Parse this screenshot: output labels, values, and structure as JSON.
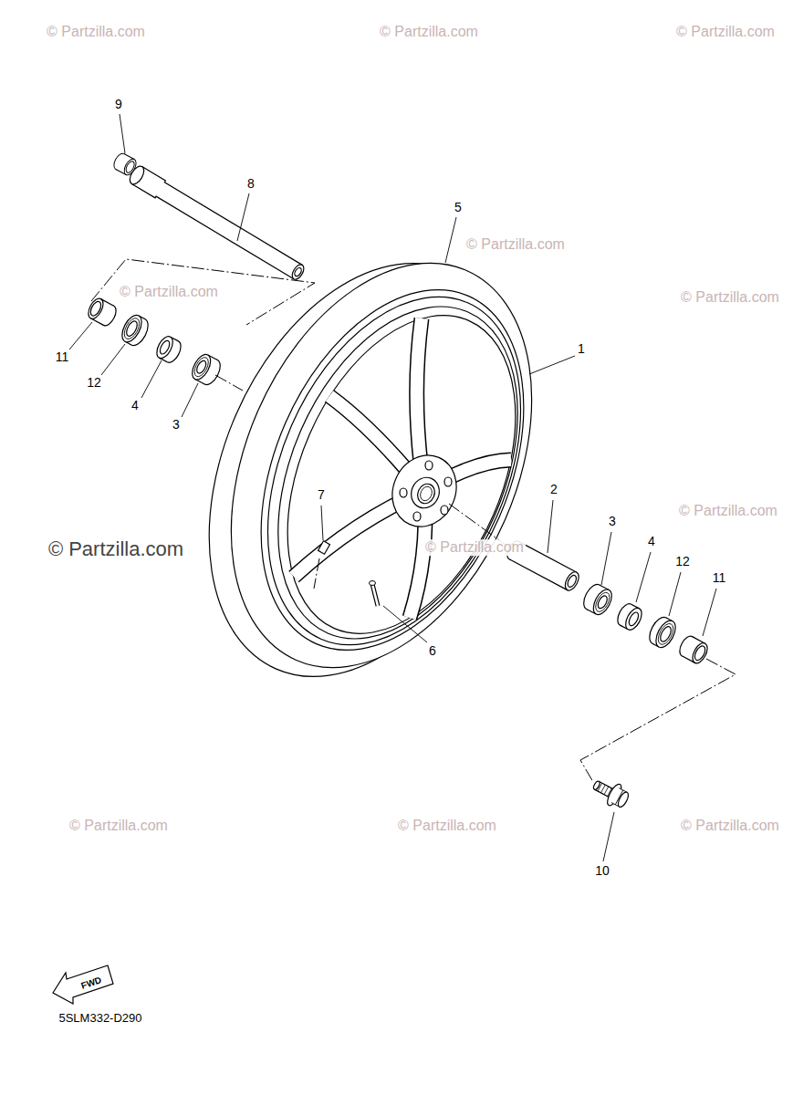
{
  "diagram": {
    "labels": [
      "9",
      "8",
      "5",
      "1",
      "11",
      "12",
      "4",
      "3",
      "7",
      "2",
      "3",
      "4",
      "12",
      "11",
      "6",
      "10",
      "FWD",
      "5SLM332-D290",
      "© Partzilla.com",
      "© Partzilla.com",
      "© Partzilla.com",
      "© Partzilla.com",
      "© Partzilla.com",
      "© Partzilla.com",
      "© Partzilla.com",
      "© Partzilla.com",
      "© Partzilla.com",
      "© Partzilla.com",
      "© Partzilla.com",
      "© Partzilla.com"
    ]
  }
}
